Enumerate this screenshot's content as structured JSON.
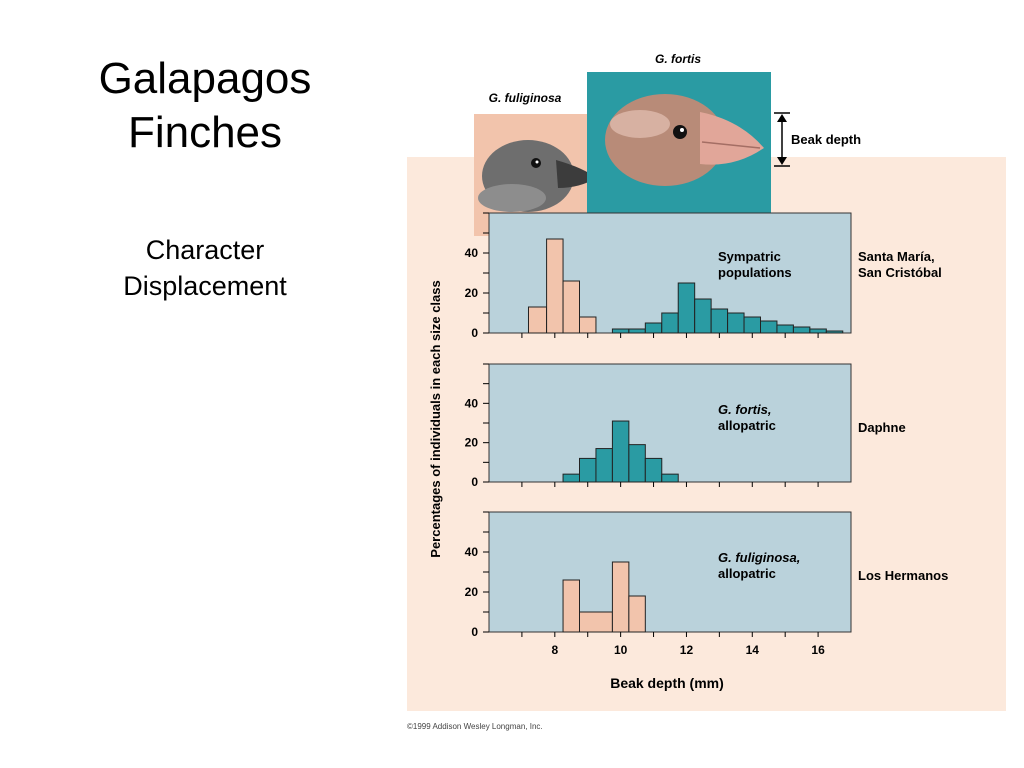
{
  "slide": {
    "title_lines": [
      "Galapagos",
      "Finches"
    ],
    "subtitle_lines": [
      "Character",
      "Displacement"
    ]
  },
  "figure": {
    "header_labels": {
      "fortis": "G. fortis",
      "fuliginosa": "G. fuliginosa",
      "beak_depth": "Beak depth"
    },
    "copyright": "©1999 Addison Wesley Longman, Inc.",
    "colors": {
      "panel": "#bad2db",
      "figure_background": "#fce9dc",
      "fuliginosa": "#f2c4ac",
      "fortis": "#2a9ba3"
    },
    "icons": [
      "finch-head-fortis-icon",
      "finch-head-fuliginosa-icon",
      "beak-depth-arrow-icon"
    ]
  },
  "chart_data": {
    "type": "histogram",
    "xlabel": "Beak depth (mm)",
    "ylabel": "Percentages of individuals in each size class",
    "x_ticks": [
      "8",
      "10",
      "12",
      "14",
      "16"
    ],
    "y_ticks": [
      "0",
      "20",
      "40"
    ],
    "xlim": [
      6,
      17
    ],
    "ylim": [
      0,
      60
    ],
    "panels": [
      {
        "annotation": [
          "Sympatric",
          "populations"
        ],
        "location": [
          "Santa María,",
          "San Cristóbal"
        ],
        "series": [
          {
            "name": "G. fuliginosa",
            "color": "#f2c4ac",
            "bins": [
              [
                7.2,
                7.75,
                13
              ],
              [
                7.75,
                8.25,
                47
              ],
              [
                8.25,
                8.75,
                26
              ],
              [
                8.75,
                9.25,
                8
              ]
            ]
          },
          {
            "name": "G. fortis",
            "color": "#2a9ba3",
            "bins": [
              [
                9.75,
                10.25,
                2
              ],
              [
                10.25,
                10.75,
                2
              ],
              [
                10.75,
                11.25,
                5
              ],
              [
                11.25,
                11.75,
                10
              ],
              [
                11.75,
                12.25,
                25
              ],
              [
                12.25,
                12.75,
                17
              ],
              [
                12.75,
                13.25,
                12
              ],
              [
                13.25,
                13.75,
                10
              ],
              [
                13.75,
                14.25,
                8
              ],
              [
                14.25,
                14.75,
                6
              ],
              [
                14.75,
                15.25,
                4
              ],
              [
                15.25,
                15.75,
                3
              ],
              [
                15.75,
                16.25,
                2
              ],
              [
                16.25,
                16.75,
                1
              ]
            ]
          }
        ]
      },
      {
        "annotation": [
          "G. fortis,",
          "allopatric"
        ],
        "location": [
          "Daphne"
        ],
        "series": [
          {
            "name": "G. fortis",
            "color": "#2a9ba3",
            "bins": [
              [
                8.25,
                8.75,
                4
              ],
              [
                8.75,
                9.25,
                12
              ],
              [
                9.25,
                9.75,
                17
              ],
              [
                9.75,
                10.25,
                31
              ],
              [
                10.25,
                10.75,
                19
              ],
              [
                10.75,
                11.25,
                12
              ],
              [
                11.25,
                11.75,
                4
              ]
            ]
          }
        ]
      },
      {
        "annotation": [
          "G. fuliginosa,",
          "allopatric"
        ],
        "location": [
          "Los Hermanos"
        ],
        "series": [
          {
            "name": "G. fuliginosa",
            "color": "#f2c4ac",
            "bins": [
              [
                8.25,
                8.75,
                26
              ],
              [
                8.75,
                9.75,
                10
              ],
              [
                9.75,
                10.25,
                35
              ],
              [
                10.25,
                10.75,
                18
              ]
            ]
          }
        ]
      }
    ]
  }
}
